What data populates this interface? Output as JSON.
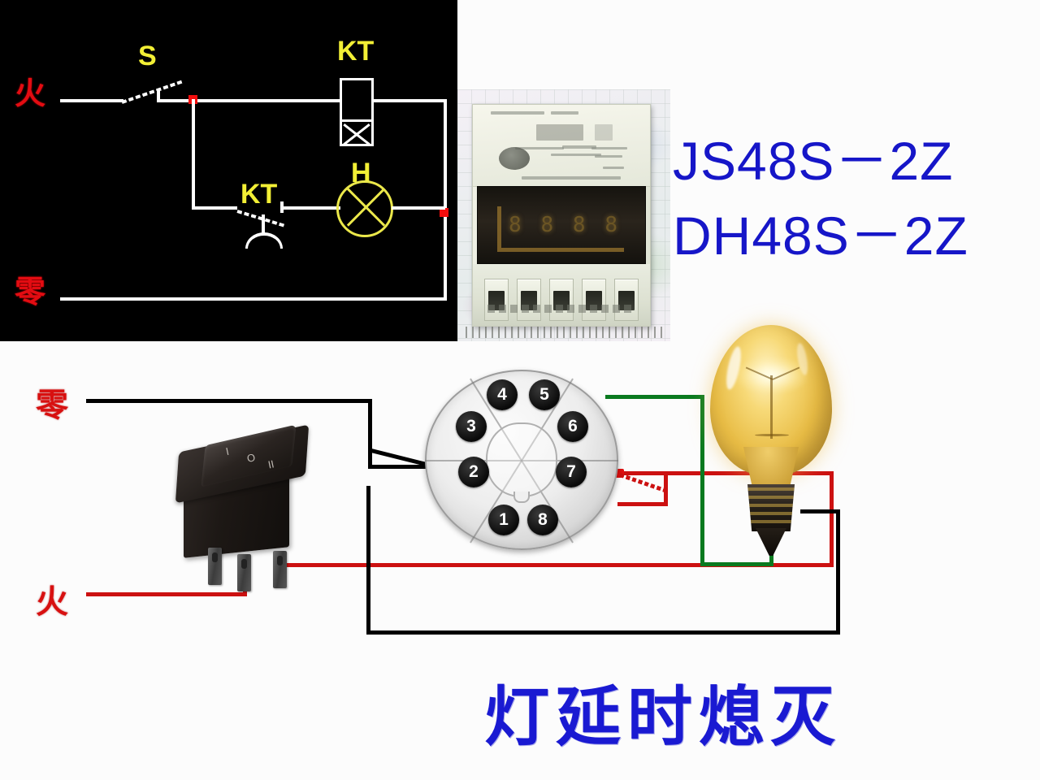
{
  "schematic": {
    "labels": {
      "live": "火",
      "neutral": "零",
      "switch": "S",
      "timer_coil": "KT",
      "timer_contact": "KT",
      "lamp": "H"
    },
    "colors": {
      "background": "#000000",
      "wire": "#ffffff",
      "node": "#f20d0d",
      "component_label": "#f2ef35",
      "cn_label": "#e30c12",
      "lamp": "#ebe84a"
    }
  },
  "relay_photo": {
    "display_digits": [
      "8",
      "8",
      "8",
      "8"
    ],
    "dip_switch_count": 5
  },
  "model_text": {
    "line1": "JS48S－2Z",
    "line2": "DH48S－2Z",
    "color": "#1616c8"
  },
  "wiring": {
    "labels": {
      "neutral": "零",
      "live": "火"
    },
    "socket": {
      "pins": [
        "1",
        "2",
        "3",
        "4",
        "5",
        "6",
        "7",
        "8"
      ]
    },
    "rocker_switch": {
      "markings": [
        "I",
        "O",
        "II"
      ]
    },
    "wire_colors": {
      "neutral_black": "#000000",
      "live_red": "#cc1111",
      "lamp_green": "#0a7a1f",
      "lamp_return_black": "#000000"
    }
  },
  "caption": {
    "text": "灯延时熄灭",
    "color": "#1a1ad2"
  }
}
